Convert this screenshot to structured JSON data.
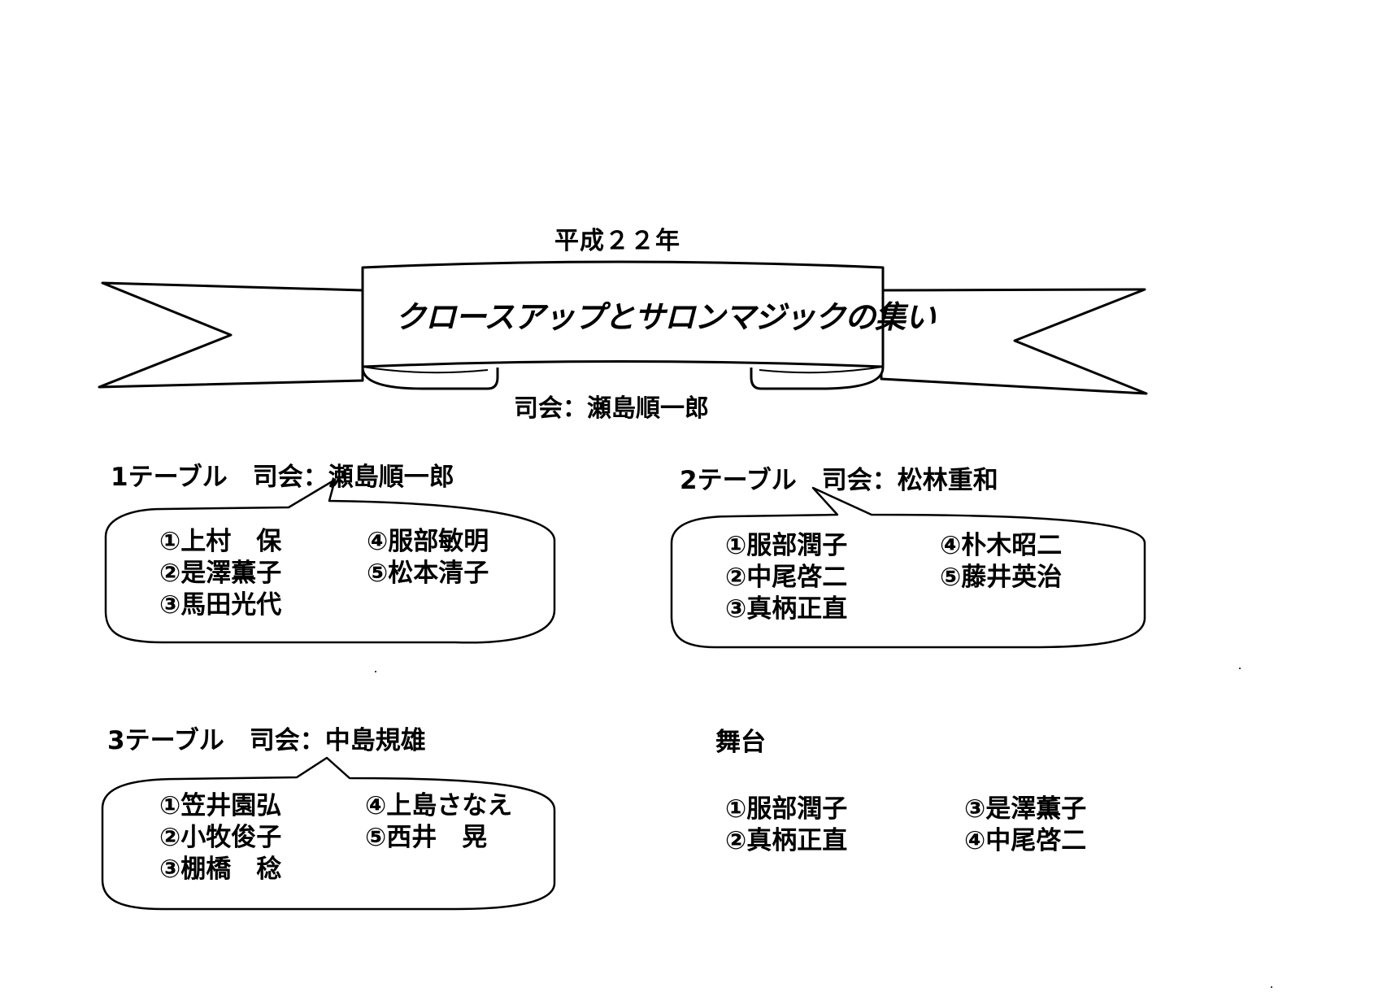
{
  "header": {
    "year": "平成２２年",
    "title": "クロースアップとサロンマジックの集い",
    "mc": "司会：瀬島順一郎"
  },
  "tables": [
    {
      "heading": "1テーブル　司会：瀬島順一郎",
      "members": [
        "①上村　保",
        "②是澤薫子",
        "③馬田光代",
        "④服部敏明",
        "⑤松本清子"
      ]
    },
    {
      "heading": "2テーブル　司会：松林重和",
      "members": [
        "①服部潤子",
        "②中尾啓二",
        "③真柄正直",
        "④朴木昭二",
        "⑤藤井英治"
      ]
    },
    {
      "heading": "3テーブル　司会：中島規雄",
      "members": [
        "①笠井園弘",
        "②小牧俊子",
        "③棚橋　稔",
        "④上島さなえ",
        "⑤西井　晃"
      ]
    }
  ],
  "stage": {
    "heading": "舞台",
    "members": [
      "①服部潤子",
      "②真柄正直",
      "③是澤薫子",
      "④中尾啓二"
    ]
  }
}
